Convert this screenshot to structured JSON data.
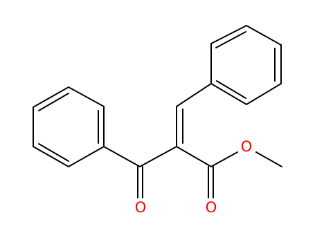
{
  "molecule": {
    "atoms": {
      "carbonyl_oxygen": {
        "symbol": "O",
        "color": "#ff0000"
      },
      "ester_carbonyl_oxygen": {
        "symbol": "O",
        "color": "#ff0000"
      },
      "ester_ether_oxygen": {
        "symbol": "O",
        "color": "#ff0000"
      }
    },
    "bond_color": "#000000"
  }
}
